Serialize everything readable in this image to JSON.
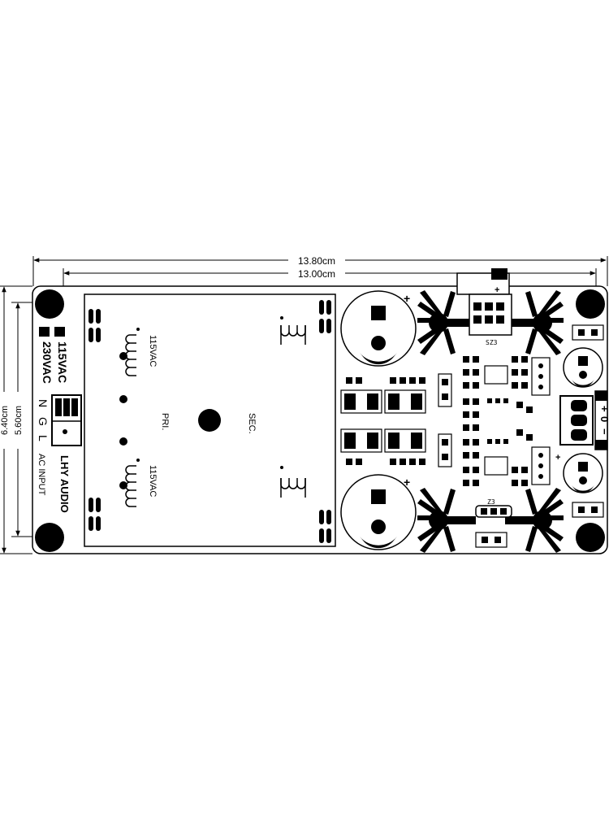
{
  "dimensions": {
    "overall_width": "13.80cm",
    "inner_width": "13.00cm",
    "overall_height": "6.40cm",
    "inner_height": "5.60cm"
  },
  "voltage_select": {
    "opt_115": "115VAC",
    "opt_230": "230VAC"
  },
  "ac_terminal": {
    "n": "N",
    "g": "G",
    "l": "L",
    "caption": "AC INPUT"
  },
  "brand": "LHY AUDIO",
  "transformer": {
    "pri": "PRI.",
    "sec": "SEC.",
    "winding_top": "115VAC",
    "winding_bottom": "115VAC"
  },
  "regulators": {
    "top": "SZ3",
    "bottom": "Z3"
  },
  "output_terminal": {
    "plus": "+",
    "zero": "0",
    "minus": "−"
  },
  "polarity_mark": "+"
}
